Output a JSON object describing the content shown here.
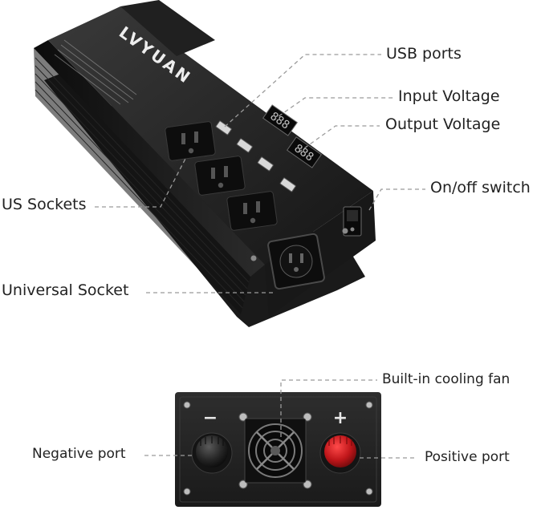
{
  "brand_logo_text": "LVYUAN",
  "callouts": {
    "usb_ports": "USB ports",
    "input_voltage": "Input Voltage",
    "output_voltage": "Output Voltage",
    "on_off_switch": "On/off switch",
    "us_sockets": "US Sockets",
    "universal_socket": "Universal Socket",
    "cooling_fan": "Built-in cooling fan",
    "negative_port": "Negative port",
    "positive_port": "Positive port"
  },
  "port_symbols": {
    "negative": "−",
    "positive": "+"
  },
  "display_readout": "888",
  "colors": {
    "background": "#ffffff",
    "device_body": "#1c1c1c",
    "device_face": "#262626",
    "leader_line": "#9a9a9a",
    "label_text": "#222222",
    "positive_terminal": "#c0161a",
    "negative_terminal": "#2a2a2a"
  }
}
